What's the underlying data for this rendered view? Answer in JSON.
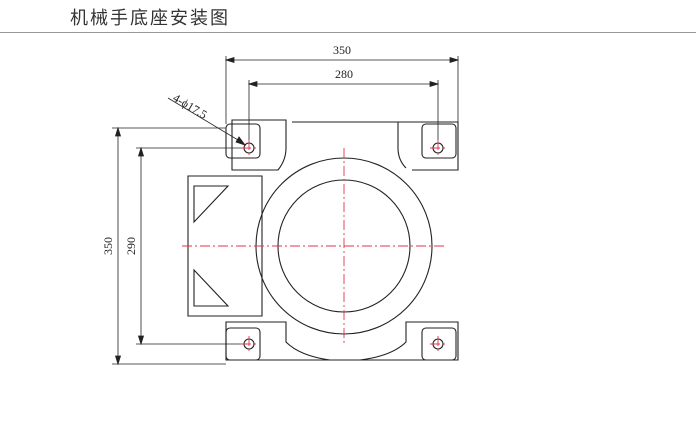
{
  "header": {
    "title": "机械手底座安装图"
  },
  "drawing": {
    "dimensions": {
      "overall_width": "350",
      "hole_pitch_x": "280",
      "overall_height": "350",
      "hole_pitch_y": "290",
      "hole_callout": "4-ϕ17.5"
    },
    "colors": {
      "outline": "#222222",
      "centerline": "#e8334a",
      "title_rule": "#999999"
    }
  }
}
